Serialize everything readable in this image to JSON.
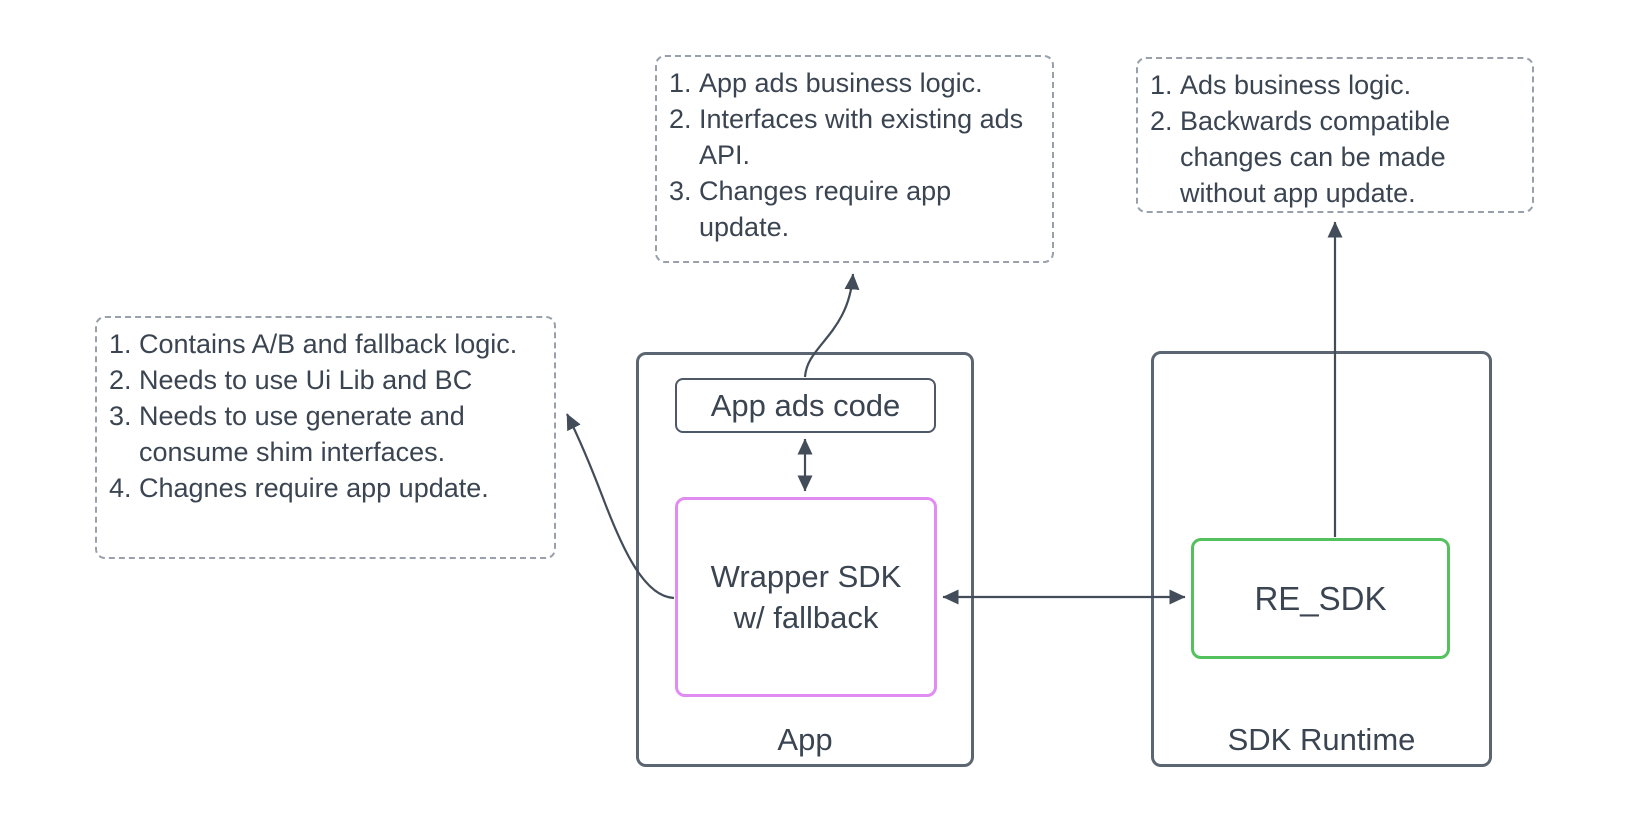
{
  "diagram": {
    "notes": {
      "app_ads_code_note": {
        "items": [
          "App ads business logic.",
          "Interfaces with existing ads API.",
          "Changes require app update."
        ]
      },
      "re_sdk_note": {
        "items": [
          "Ads business logic.",
          "Backwards compatible changes can be made without app update."
        ]
      },
      "wrapper_sdk_note": {
        "items": [
          "Contains A/B and fallback logic.",
          "Needs to use Ui Lib and BC",
          "Needs to use generate and consume shim interfaces.",
          "Chagnes require app update."
        ]
      }
    },
    "containers": {
      "app": {
        "label": "App"
      },
      "sdk_runtime": {
        "label": "SDK Runtime"
      }
    },
    "nodes": {
      "app_ads_code": {
        "label": "App ads code"
      },
      "wrapper_sdk": {
        "line1": "Wrapper SDK",
        "line2": "w/ fallback"
      },
      "re_sdk": {
        "label": "RE_SDK"
      }
    },
    "colors": {
      "text": "#3b4552",
      "container_border": "#5c6672",
      "note_border": "#98a1ab",
      "wrapper_sdk_accent": "#e18cf2",
      "re_sdk_accent": "#54c25c",
      "connector": "#434c59",
      "background": "#ffffff"
    }
  }
}
